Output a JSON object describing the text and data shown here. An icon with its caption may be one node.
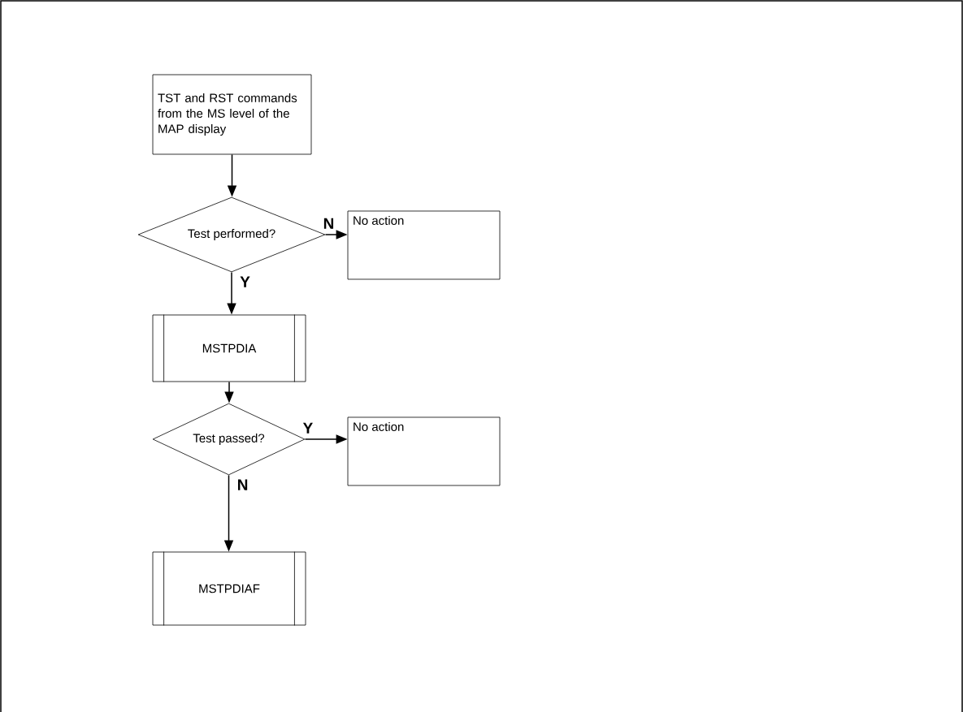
{
  "diagram": {
    "nodes": [
      {
        "text": [
          "TST and RST commands from the MS level of the MAP display"
        ]
      },
      {
        "text": [
          "Test performed?"
        ]
      },
      {
        "text": [
          "No action"
        ]
      },
      {
        "text": [
          "MSTPDIA"
        ]
      },
      {
        "text": [
          "Test passed?"
        ]
      },
      {
        "text": [
          "No action"
        ]
      },
      {
        "text": [
          "MSTPDIAF"
        ]
      }
    ],
    "edges": [
      {
        "from": 0,
        "to": 1,
        "arrow": "to"
      },
      {
        "from": 1,
        "to": 2,
        "arrow": "to",
        "label": "N"
      },
      {
        "from": 1,
        "to": 3,
        "arrow": "to",
        "label": "Y"
      },
      {
        "from": 3,
        "to": 4,
        "arrow": "to"
      },
      {
        "from": 4,
        "to": 5,
        "arrow": "to",
        "label": "Y"
      },
      {
        "from": 4,
        "to": 6,
        "arrow": "to",
        "label": "N"
      }
    ]
  }
}
